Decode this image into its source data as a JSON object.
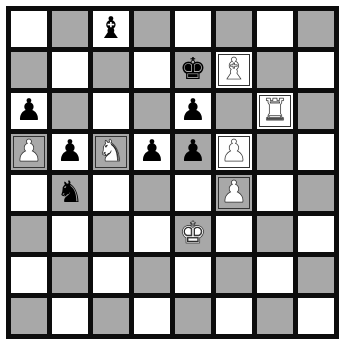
{
  "colors": {
    "light": "#ffffff",
    "dark": "#a8a8a8",
    "border": "#0d0d0d"
  },
  "board": {
    "ranks": [
      [
        "",
        "",
        "b",
        "",
        "",
        "",
        "",
        ""
      ],
      [
        "",
        "",
        "",
        "",
        "k",
        "B",
        "",
        ""
      ],
      [
        "p",
        "",
        "",
        "",
        "p",
        "",
        "R",
        ""
      ],
      [
        "P",
        "p",
        "N",
        "p",
        "p",
        "P",
        "",
        ""
      ],
      [
        "",
        "n",
        "",
        "",
        "",
        "P",
        "",
        ""
      ],
      [
        "",
        "",
        "",
        "",
        "K",
        "",
        "",
        ""
      ],
      [
        "",
        "",
        "",
        "",
        "",
        "",
        "",
        ""
      ],
      [
        "",
        "",
        "",
        "",
        "",
        "",
        "",
        ""
      ]
    ],
    "framed": [
      [
        1,
        5
      ],
      [
        3,
        0
      ],
      [
        3,
        2
      ],
      [
        3,
        5
      ],
      [
        2,
        6
      ],
      [
        4,
        5
      ]
    ]
  },
  "piece_glyphs": {
    "K": "♚",
    "Q": "♛",
    "R": "♜",
    "B": "♝",
    "N": "♞",
    "P": "♟",
    "k": "♚",
    "q": "♛",
    "r": "♜",
    "b": "♝",
    "n": "♞",
    "p": "♟"
  },
  "piece_names": {
    "K": "white-king",
    "Q": "white-queen",
    "R": "white-rook",
    "B": "white-bishop",
    "N": "white-knight",
    "P": "white-pawn",
    "k": "black-king",
    "q": "black-queen",
    "r": "black-rook",
    "b": "black-bishop",
    "n": "black-knight",
    "p": "black-pawn"
  }
}
